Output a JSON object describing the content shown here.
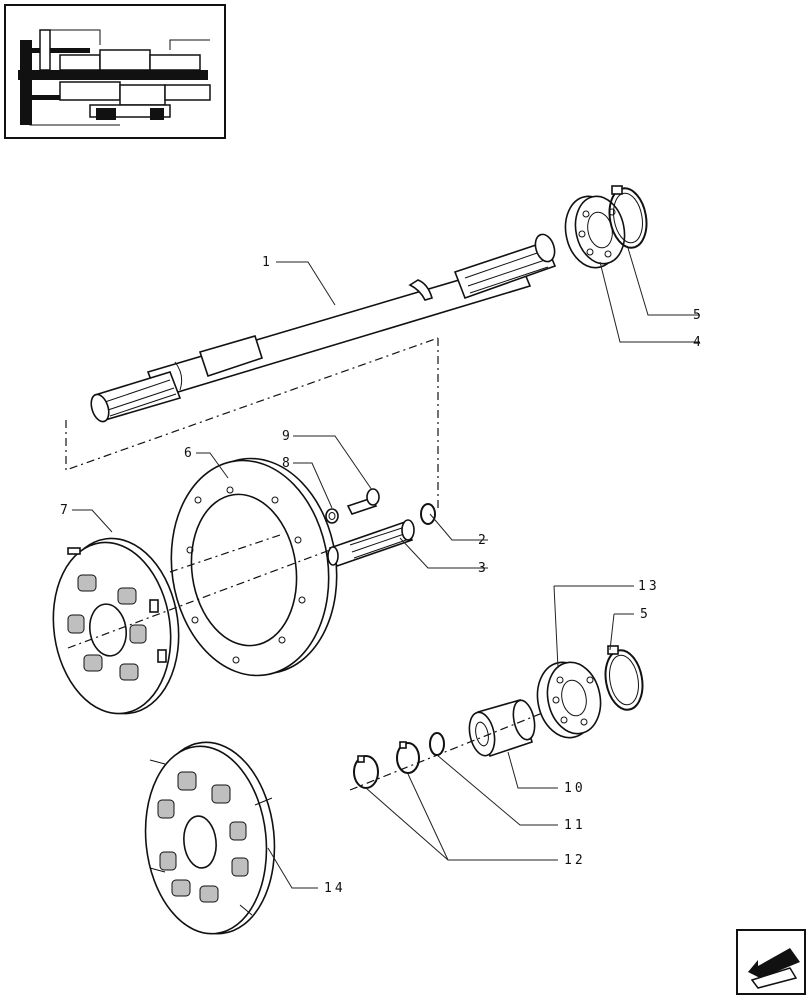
{
  "labels": {
    "shaft": "1",
    "ring_2": "2",
    "pin_3": "3",
    "bearing_4": "4",
    "snap_ring_5_top": "5",
    "flange_6": "6",
    "clutch_disc_7": "7",
    "washer_8": "8",
    "screw_9": "9",
    "sleeve_10": "10",
    "ring_11": "11",
    "circlips_12": "12",
    "bearing_13": "13",
    "snap_ring_5_right": "5",
    "clutch_disc_14": "14"
  },
  "icons": {
    "thumbnail": "transmission-section-thumbnail",
    "navigation": "back-arrow-icon"
  }
}
